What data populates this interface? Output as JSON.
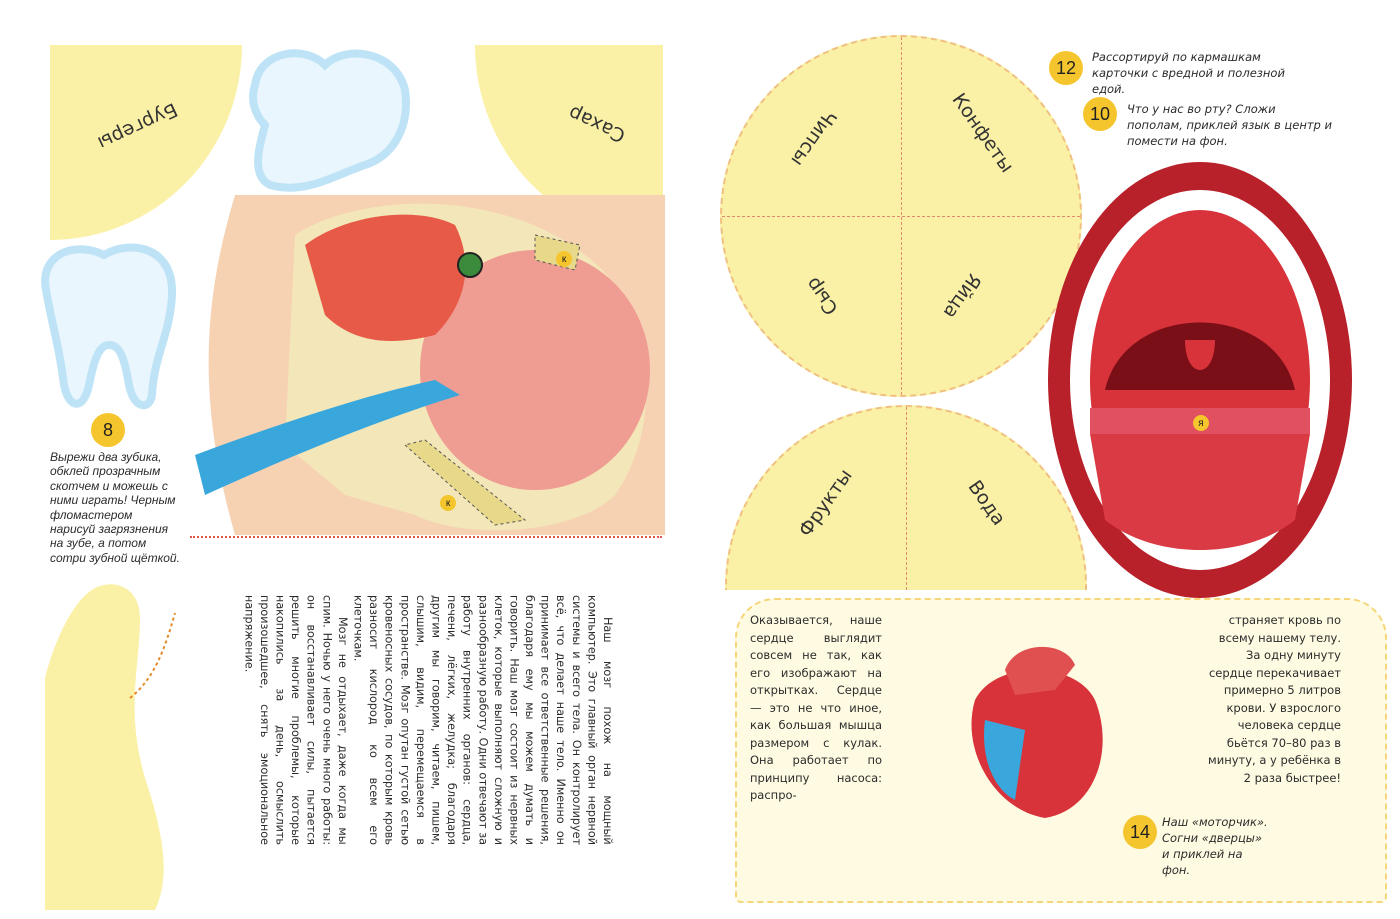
{
  "left_page": {
    "cards": {
      "top_left": "Бургеры",
      "top_right": "Сахар"
    },
    "head_labels": {
      "upper": "к",
      "lower": "к"
    },
    "step8": {
      "number": "8",
      "text": "Вырежи два зубика, обклей прозрачным скотчем и можешь с ними играть! Черным фломастером нарисуй загрязнения на зубе, а потом сотри зубной щёткой."
    },
    "brain_text": {
      "p1": "Наш мозг похож на мощный компьютер. Это главный орган нервной системы и всего тела. Он контролирует всё, что делает наше тело. Именно он принимает все ответственные решения, благодаря ему мы можем думать и говорить. Наш мозг состоит из нервных клеток, которые выполняют сложную и разнообразную работу. Одни отвечают за работу внутренних органов: сердца, печени, лёгких, желудка; благодаря другим мы говорим, читаем, пишем, слышим, видим, перемещаемся в пространстве. Мозг опутан густой сетью кровеносных сосудов, по которым кровь разносит кислород ко всем его клеточкам.",
      "p2": "Мозг не отдыхает, даже когда мы спим. Ночью у него очень много работы: он восстанавливает силы, пытается решить многие проблемы, которые накопились за день, осмыслить произошедшее, снять эмоциональное напряжение."
    }
  },
  "right_page": {
    "circle_cards": [
      "Чипсы",
      "Конфеты",
      "Сыр",
      "Яйца"
    ],
    "half_cards": [
      "Фрукты",
      "Вода"
    ],
    "step12": {
      "number": "12",
      "text": "Рассортируй по кармашкам карточки с вредной и полезной едой."
    },
    "step10": {
      "number": "10",
      "text": "Что у нас во рту? Сложи пополам, приклей язык в центр и помести на фон."
    },
    "tongue_label": "я",
    "heart_left": "Оказывается, наше сердце выглядит совсем не так, как его изображают на открытках. Сердце — это не что иное, как большая мышца размером с кулак. Она работает по принципу насоса: распро-",
    "heart_right": "страняет кровь по всему нашему телу. За одну минуту сердце перекачивает примерно 5 литров крови. У взрослого человека сердце бьётся 70–80 раз в минуту, а у ребёнка в 2 раза быстрее!",
    "step14": {
      "number": "14",
      "text": "Наш «моторчик». Согни «дверцы» и приклей на фон."
    }
  },
  "colors": {
    "card": "#fbf1a6",
    "badge": "#f4c52c",
    "mouth": "#b8202a",
    "cut_line": "#e05a4a"
  }
}
